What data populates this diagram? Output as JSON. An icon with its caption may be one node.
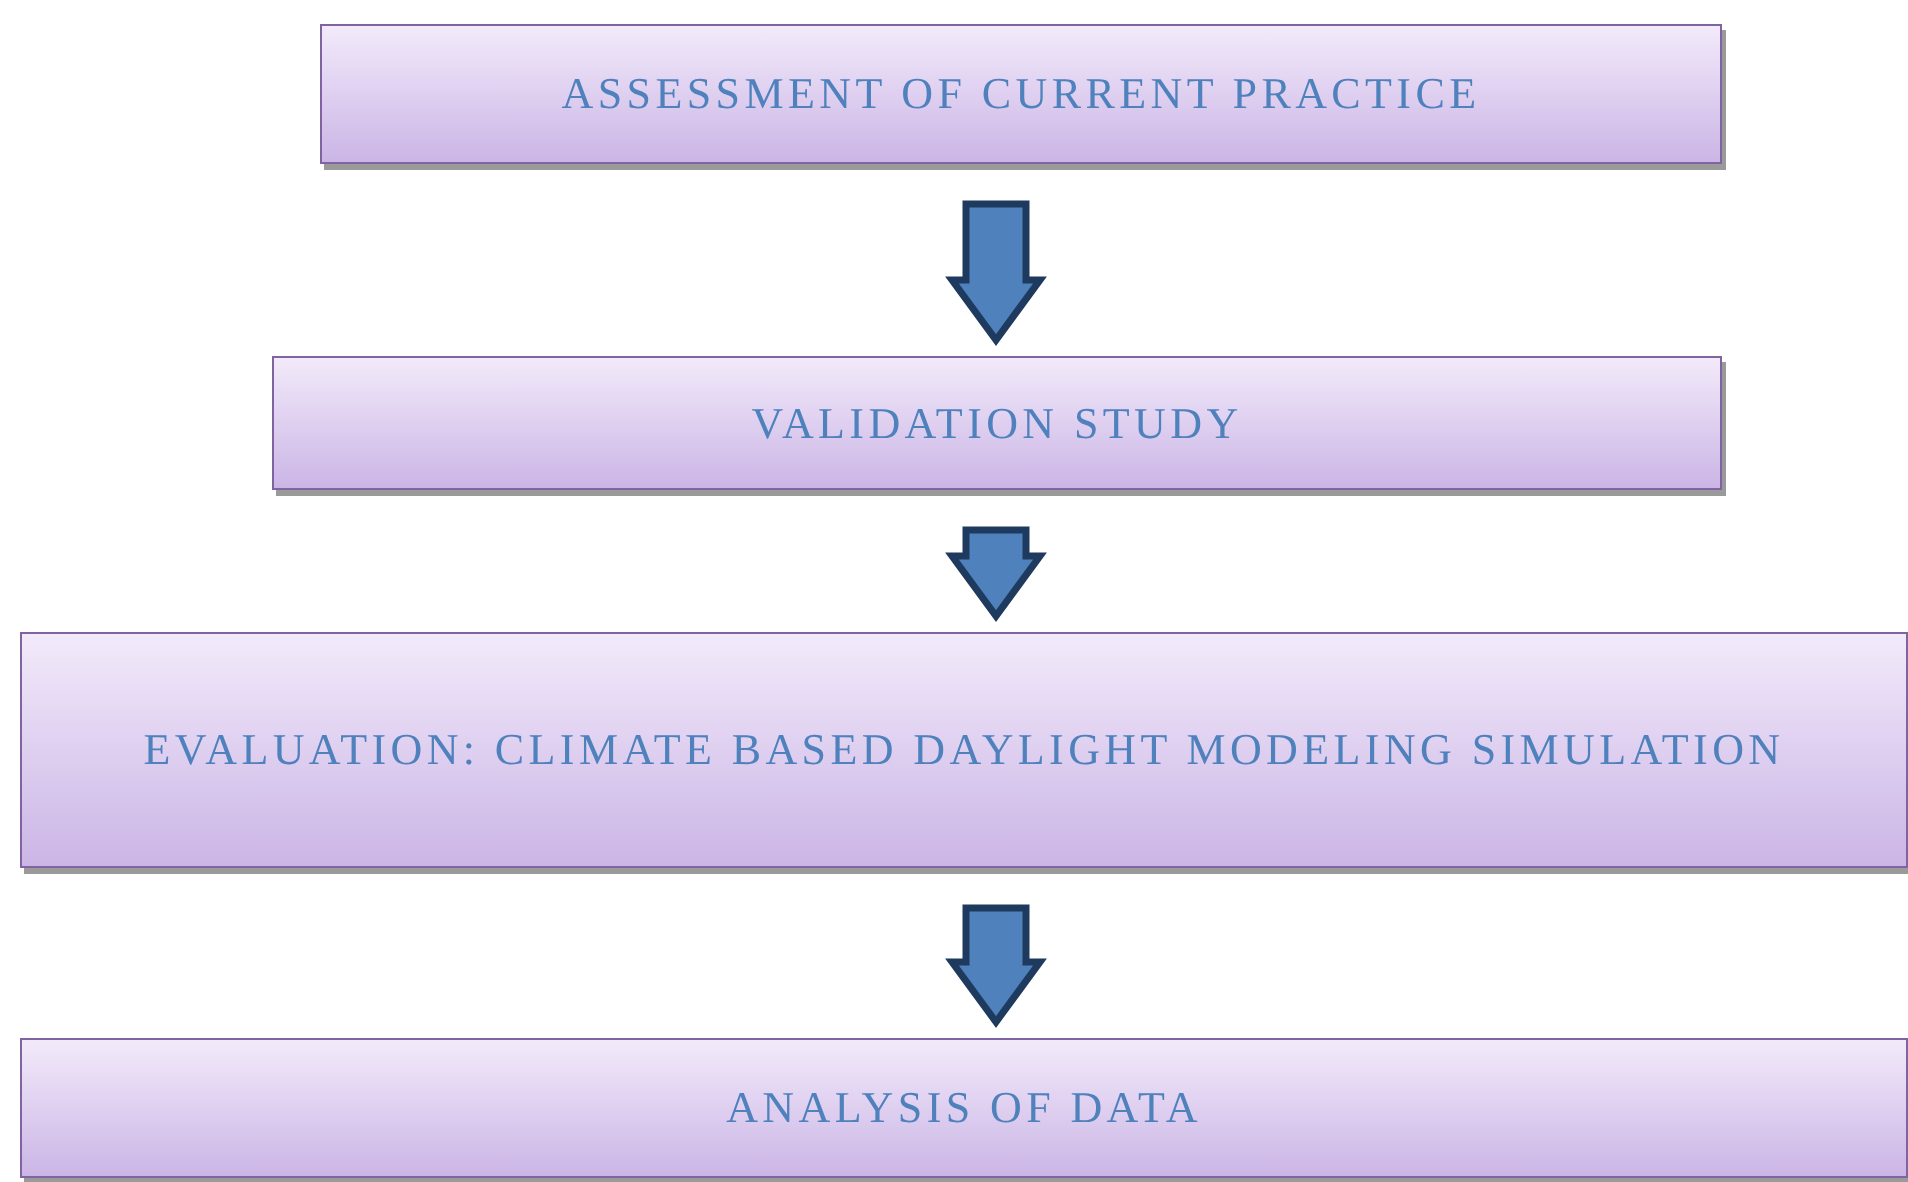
{
  "diagram": {
    "nodes": [
      {
        "text": [
          "ASSESSMENT OF CURRENT PRACTICE"
        ]
      },
      {
        "text": [
          "VALIDATION STUDY"
        ]
      },
      {
        "text": [
          "EVALUATION: CLIMATE BASED DAYLIGHT MODELING SIMULATION"
        ]
      },
      {
        "text": [
          "ANALYSIS OF DATA"
        ]
      }
    ],
    "edges": [
      {
        "from": 0,
        "to": 1,
        "arrow": "to"
      },
      {
        "from": 1,
        "to": 2,
        "arrow": "to"
      },
      {
        "from": 2,
        "to": 3,
        "arrow": "to"
      }
    ]
  }
}
